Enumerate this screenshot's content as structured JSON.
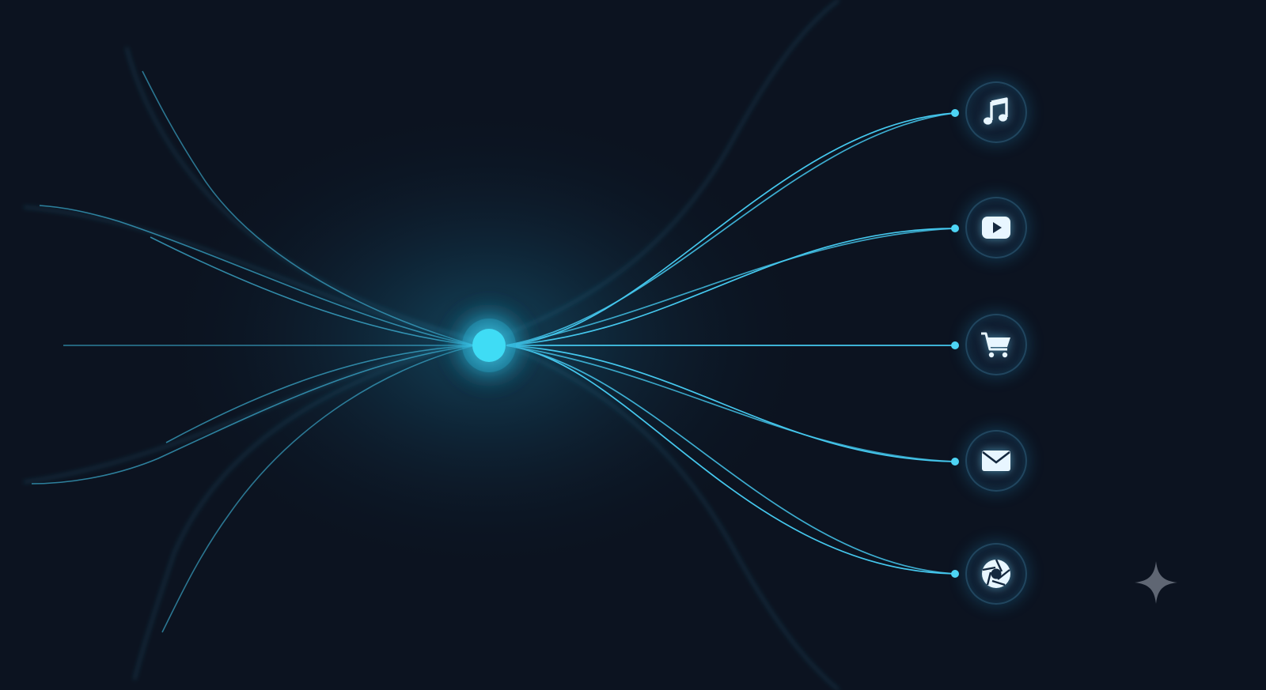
{
  "hub": {
    "color": "#3fdcf5"
  },
  "palette": {
    "background": "#0c1320",
    "line": "#45c8ee",
    "glow": "#1a6a8c",
    "icon": "#e8f6ff"
  },
  "nodes": [
    {
      "id": "music",
      "icon": "music-note-icon"
    },
    {
      "id": "video",
      "icon": "play-video-icon"
    },
    {
      "id": "cart",
      "icon": "shopping-cart-icon"
    },
    {
      "id": "mail",
      "icon": "mail-envelope-icon"
    },
    {
      "id": "camera",
      "icon": "camera-aperture-icon"
    }
  ],
  "watermark": {
    "icon": "sparkle-star-icon"
  }
}
